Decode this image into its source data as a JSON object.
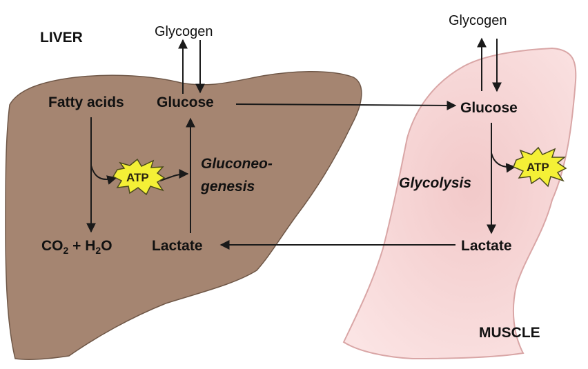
{
  "liver": {
    "title": "LIVER",
    "glycogen": "Glycogen",
    "fatty_acids": "Fatty acids",
    "glucose": "Glucose",
    "co2": "CO",
    "co2_sub": "2",
    "plus": " + H",
    "h2o_sub": "2",
    "h2o_o": "O",
    "lactate": "Lactate",
    "process_line1": "Gluconeo-",
    "process_line2": "genesis",
    "atp": "ATP"
  },
  "muscle": {
    "title": "MUSCLE",
    "glycogen": "Glycogen",
    "glucose": "Glucose",
    "process": "Glycolysis",
    "lactate": "Lactate",
    "atp": "ATP"
  },
  "colors": {
    "liver_fill": "#a58571",
    "liver_stroke": "#6f5747",
    "muscle_fill": "#f6d3d3",
    "muscle_stroke": "#d9a6a6",
    "atp_fill": "#f4f036",
    "atp_stroke": "#4a4a1c",
    "arrow": "#1a1a1a"
  }
}
